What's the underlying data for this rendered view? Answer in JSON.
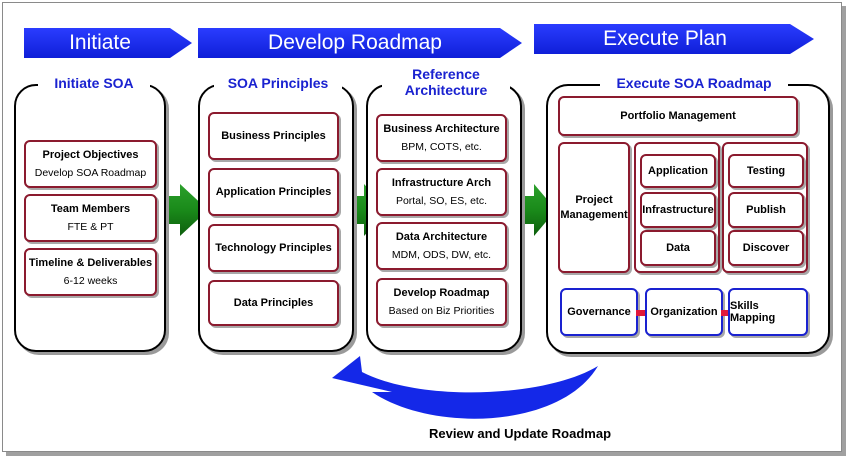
{
  "phases": {
    "initiate": "Initiate",
    "develop": "Develop Roadmap",
    "execute": "Execute Plan"
  },
  "columns": {
    "initiate": {
      "title": "Initiate SOA",
      "boxes": [
        {
          "title": "Project Objectives",
          "sub": "Develop SOA Roadmap"
        },
        {
          "title": "Team Members",
          "sub": "FTE & PT"
        },
        {
          "title": "Timeline & Deliverables",
          "sub": "6-12 weeks"
        }
      ]
    },
    "principles": {
      "title": "SOA Principles",
      "boxes": [
        "Business Principles",
        "Application Principles",
        "Technology Principles",
        "Data Principles"
      ]
    },
    "reference": {
      "title_line1": "Reference",
      "title_line2": "Architecture",
      "boxes": [
        {
          "title": "Business Architecture",
          "sub": "BPM, COTS, etc."
        },
        {
          "title": "Infrastructure Arch",
          "sub": "Portal, SO, ES, etc."
        },
        {
          "title": "Data Architecture",
          "sub": "MDM, ODS, DW, etc."
        },
        {
          "title": "Develop Roadmap",
          "sub": "Based on Biz Priorities"
        }
      ]
    },
    "execute": {
      "title": "Execute SOA Roadmap",
      "portfolio": "Portfolio Management",
      "project_line1": "Project",
      "project_line2": "Management",
      "group1": [
        "Application",
        "Infrastructure",
        "Data"
      ],
      "group2": [
        "Testing",
        "Publish",
        "Discover"
      ],
      "bottom": [
        "Governance",
        "Organization",
        "Skills Mapping"
      ]
    }
  },
  "footer": "Review and Update Roadmap",
  "colors": {
    "phase_arrow": "#1428e8",
    "flow_arrow": "#1e8a1e",
    "box_border": "#8b1a2e",
    "blue_border": "#1a22d0",
    "title_text": "#1a22d0",
    "connector": "#e0183a"
  }
}
